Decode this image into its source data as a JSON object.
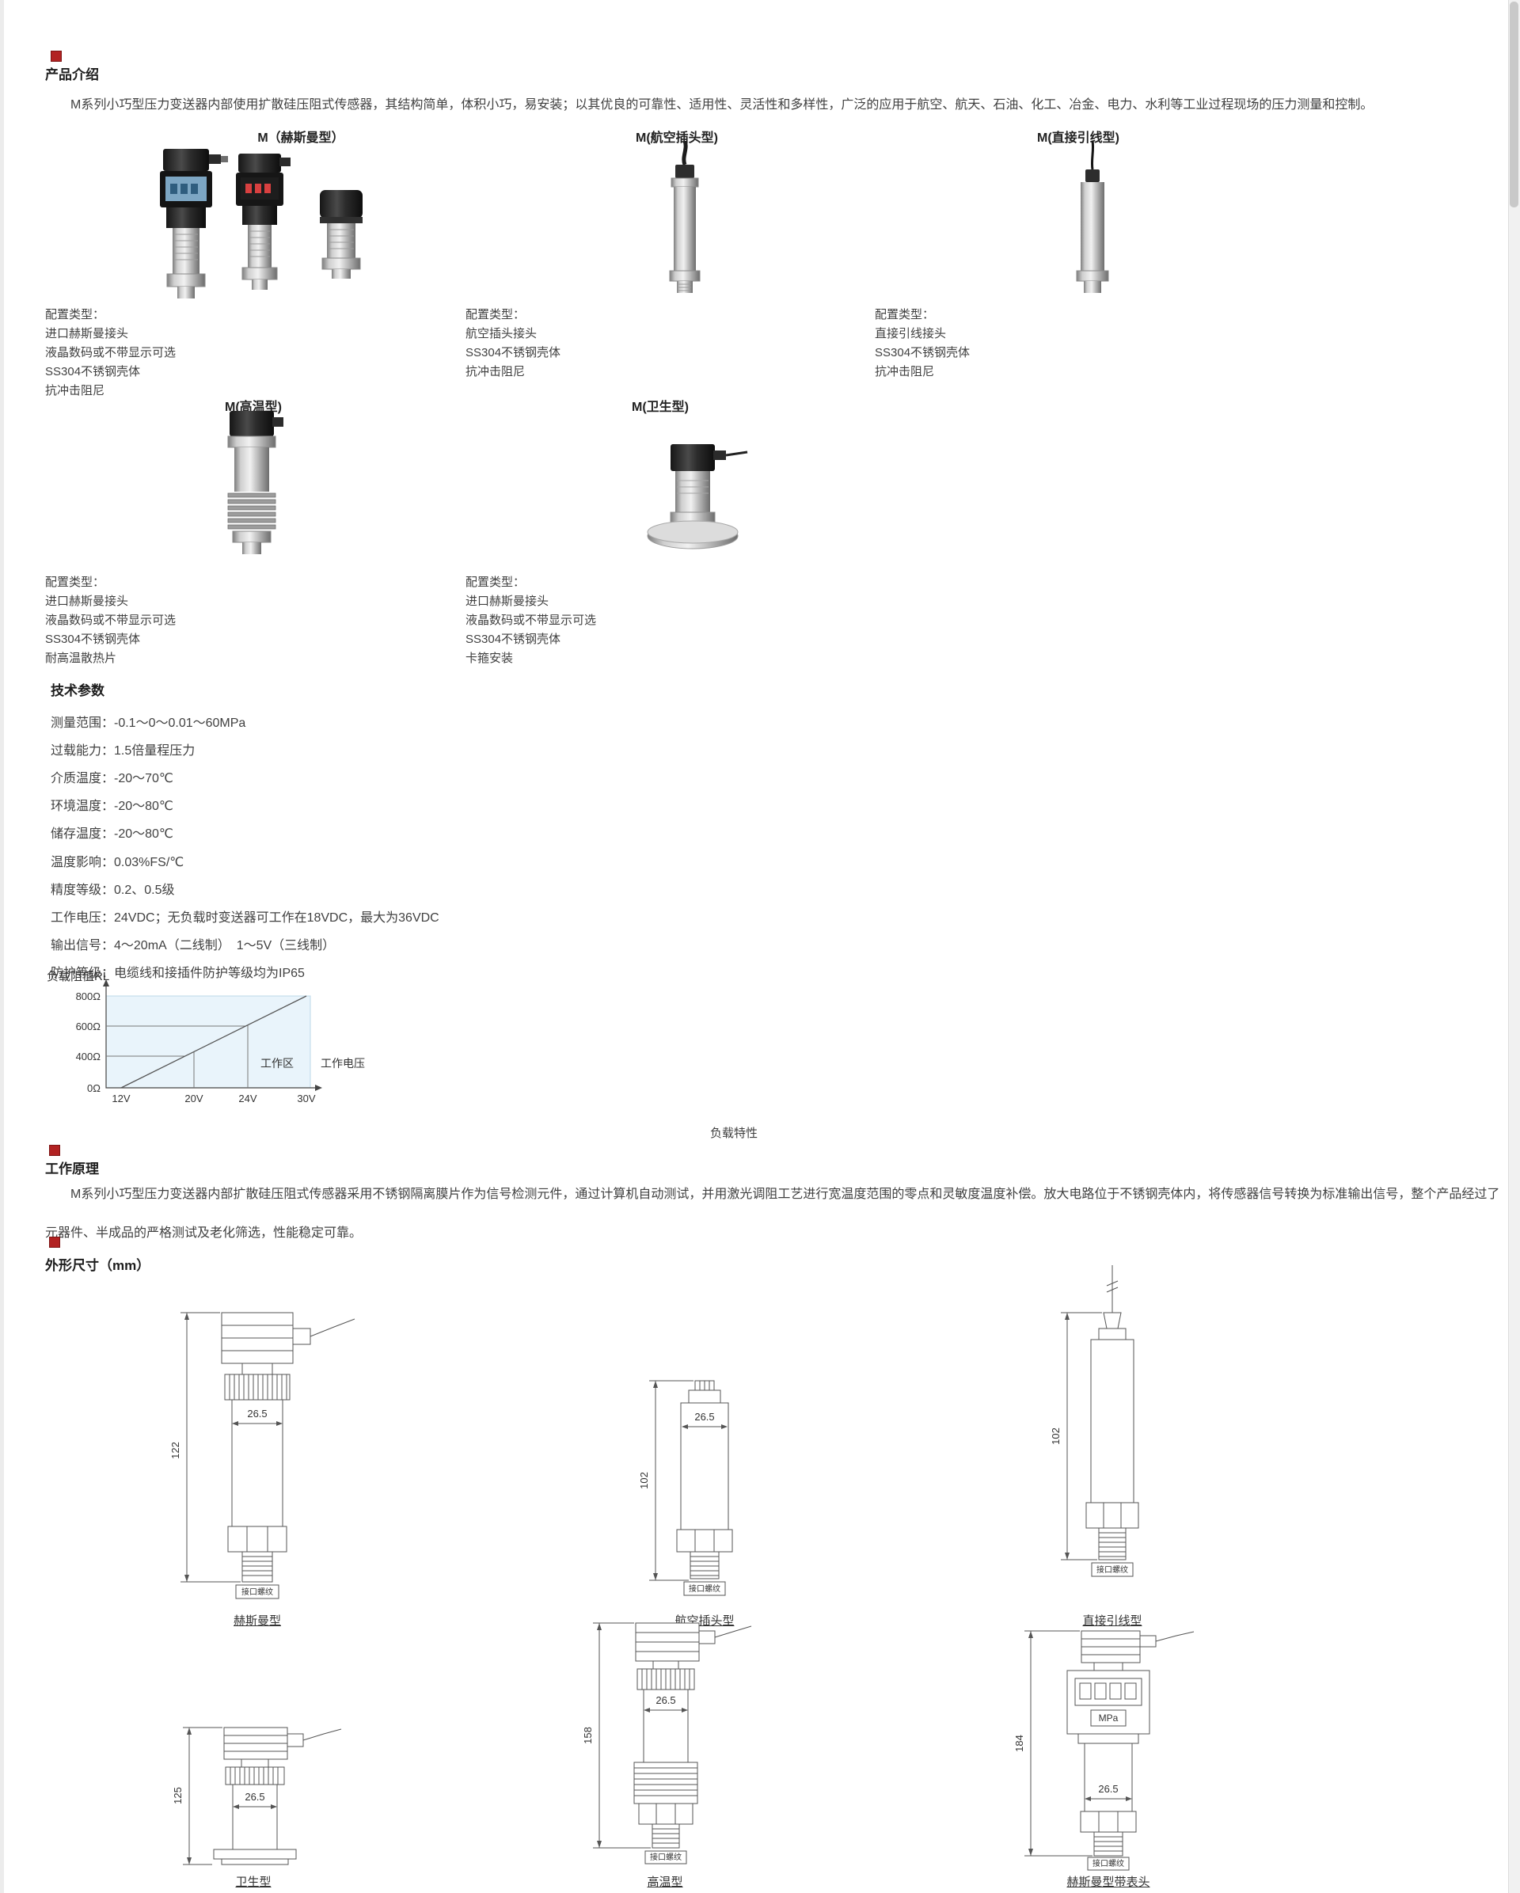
{
  "intro": {
    "title": "产品介绍",
    "text": "M系列小巧型压力变送器内部使用扩散硅压阻式传感器，其结构简单，体积小巧，易安装；以其优良的可靠性、适用性、灵活性和多样性，广泛的应用于航空、航天、石油、化工、冶金、电力、水利等工业过程现场的压力测量和控制。"
  },
  "products": [
    {
      "label": "M（赫斯曼型）",
      "config_title": "配置类型：",
      "config": [
        "进口赫斯曼接头",
        "液晶数码或不带显示可选",
        "SS304不锈钢壳体",
        "抗冲击阻尼"
      ]
    },
    {
      "label": "M(航空插头型)",
      "config_title": "配置类型：",
      "config": [
        "航空插头接头",
        "SS304不锈钢壳体",
        "抗冲击阻尼"
      ]
    },
    {
      "label": "M(直接引线型)",
      "config_title": "配置类型：",
      "config": [
        "直接引线接头",
        "SS304不锈钢壳体",
        "抗冲击阻尼"
      ]
    },
    {
      "label": "M(高温型)",
      "config_title": "配置类型：",
      "config": [
        "进口赫斯曼接头",
        "液晶数码或不带显示可选",
        "SS304不锈钢壳体",
        "耐高温散热片"
      ]
    },
    {
      "label": "M(卫生型)",
      "config_title": "配置类型：",
      "config": [
        "进口赫斯曼接头",
        "液晶数码或不带显示可选",
        "SS304不锈钢壳体",
        "卡箍安装"
      ]
    }
  ],
  "tech": {
    "title": "技术参数",
    "items": [
      "测量范围：-0.1～0～0.01～60MPa",
      "过载能力：1.5倍量程压力",
      "介质温度：-20～70℃",
      "环境温度：-20～80℃",
      "储存温度：-20～80℃",
      "温度影响：0.03%FS/℃",
      "精度等级：0.2、0.5级",
      "工作电压：24VDC；无负载时变送器可工作在18VDC，最大为36VDC",
      "输出信号：4～20mA（二线制）　1～5V（三线制）",
      "防护等级：电缆线和接插件防护等级均为IP65"
    ]
  },
  "chart_data": {
    "type": "line",
    "title": "负载特性",
    "caption": "负载特性",
    "ylabel": "负载阻值RL",
    "xlabel": "工作电压",
    "region_label": "工作区",
    "x_tick_labels": [
      "12V",
      "20V",
      "24V",
      "30V"
    ],
    "y_tick_labels": [
      "0Ω",
      "400Ω",
      "600Ω",
      "800Ω"
    ],
    "x_values_V": [
      12,
      20,
      24,
      30
    ],
    "y_values_ohm": [
      0,
      400,
      600,
      800
    ],
    "line": {
      "from": {
        "voltage_V": 12,
        "load_ohm": 0
      },
      "to": {
        "voltage_V": 30,
        "load_ohm": 800
      }
    },
    "legend_position": "none",
    "grid": "partial"
  },
  "principle": {
    "title": "工作原理",
    "text": "M系列小巧型压力变送器内部扩散硅压阻式传感器采用不锈钢隔离膜片作为信号检测元件，通过计算机自动测试，并用激光调阻工艺进行宽温度范围的零点和灵敏度温度补偿。放大电路位于不锈钢壳体内，将传感器信号转换为标准输出信号，整个产品经过了元器件、半成品的严格测试及老化筛选，性能稳定可靠。"
  },
  "dimensions": {
    "title": "外形尺寸（mm）",
    "drawings": [
      {
        "name": "赫斯曼型",
        "height_mm": "122",
        "diameter_mm": "26.5",
        "thread_label": "接口螺纹"
      },
      {
        "name": "航空插头型",
        "height_mm": "102",
        "diameter_mm": "26.5",
        "thread_label": "接口螺纹"
      },
      {
        "name": "直接引线型",
        "height_mm": "102",
        "thread_label": "接口螺纹"
      },
      {
        "name": "卫生型",
        "height_mm": "125",
        "diameter_mm": "26.5"
      },
      {
        "name": "高温型",
        "height_mm": "158",
        "diameter_mm": "26.5",
        "thread_label": "接口螺纹"
      },
      {
        "name": "赫斯曼型带表头",
        "height_mm": "184",
        "diameter_mm": "26.5",
        "display_label": "MPa",
        "thread_label": "接口螺纹"
      }
    ]
  }
}
